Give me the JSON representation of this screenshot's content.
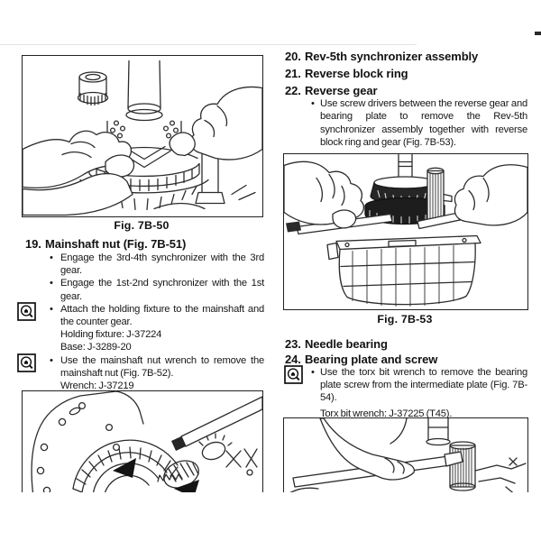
{
  "colors": {
    "ink": "#1c1c1c",
    "frame": "#212121",
    "scan_edge": "#e3e3e3",
    "scan_artifact": "#2a2a2a"
  },
  "glyphs": {
    "bullet": "•"
  },
  "left_column": {
    "top_figure_caption": "Fig. 7B-50",
    "item_19": {
      "number": "19.",
      "title": "Mainshaft nut (Fig. 7B-51)",
      "bullet_1": "Engage the 3rd-4th synchronizer with the 3rd gear.",
      "bullet_2": "Engage the 1st-2nd synchronizer with the 1st gear.",
      "bullet_3": "Attach the holding fixture to the mainshaft and the counter gear.",
      "bullet_3_sub_1": "Holding fixture: J-37224",
      "bullet_3_sub_2": "Base: J-3289-20",
      "bullet_4": "Use the mainshaft nut wrench to remove the mainshaft nut (Fig. 7B-52).",
      "bullet_4_sub_1": "Wrench: J-37219"
    }
  },
  "right_column": {
    "item_20": {
      "number": "20.",
      "title": "Rev-5th synchronizer assembly"
    },
    "item_21": {
      "number": "21.",
      "title": "Reverse block ring"
    },
    "item_22": {
      "number": "22.",
      "title": "Reverse gear",
      "bullet_1": "Use screw drivers between the reverse gear and bearing plate to remove the Rev-5th synchronizer assembly together with reverse block ring and gear (Fig. 7B-53)."
    },
    "mid_figure_caption": "Fig. 7B-53",
    "item_23": {
      "number": "23.",
      "title": "Needle bearing"
    },
    "item_24": {
      "number": "24.",
      "title": "Bearing plate and screw",
      "bullet_1": "Use the torx bit wrench to remove the bearing plate screw from the intermediate plate (Fig. 7B-54).",
      "bullet_1_sub_1": "Torx bit wrench: J-37225 (T45)."
    }
  }
}
